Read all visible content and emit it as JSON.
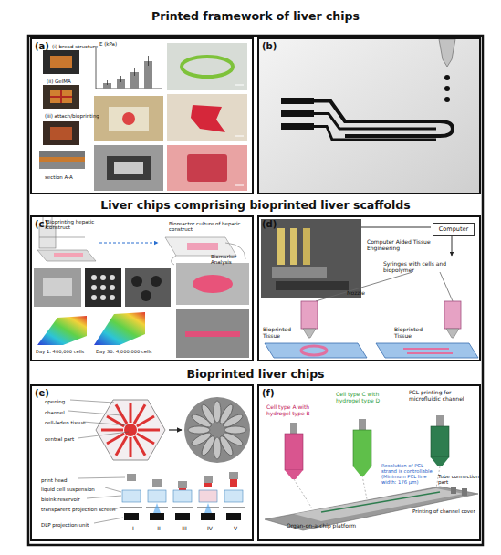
{
  "diagram": {
    "nodes": [
      {
        "text": [
          "Printed framework of liver chips"
        ]
      },
      {
        "text": [
          "(a)"
        ],
        "in": 0
      },
      {
        "text": [
          "(b)"
        ],
        "in": 0
      },
      {
        "text": [
          "Liver chips comprising bioprinted liver scaffolds"
        ]
      },
      {
        "text": [
          "(c)"
        ],
        "in": 3
      },
      {
        "text": [
          "(d)"
        ],
        "in": 3
      },
      {
        "text": [
          "Computer"
        ],
        "in": 5
      },
      {
        "text": [
          "Bioprinted liver chips"
        ]
      },
      {
        "text": [
          "(e)"
        ],
        "in": 7
      },
      {
        "text": [
          "(f)"
        ],
        "in": 7
      }
    ],
    "labels": [
      "(i) bread structure",
      "(ii) GelMA",
      "(iii) attach/bioprinting",
      "section A-A",
      "E (kPa)",
      "Bioprinting hepatic construct",
      "Bioreactor culture of hepatic construct",
      "Biomarker Analysis",
      "Day 1: 400,000 cells",
      "Day 30: 4,000,000 cells",
      "Computer Aided Tissue Engineering",
      "Syringes with cells and biopolymer",
      "Nozzle",
      "Bioprinted Tissue",
      "Bioprinted Tissue",
      "opening",
      "channel",
      "cell-laden tissue",
      "central part",
      "print head",
      "liquid cell suspension",
      "bioink reservoir",
      "transparent projection screen",
      "DLP projection unit",
      "I",
      "II",
      "III",
      "IV",
      "V",
      "Cell type A with hydrogel type B",
      "Cell type C with hydrogel type D",
      "PCL printing for microfluidic channel",
      "Resolution of PCL strand is controllable (Minimum PCL line width: 176 µm)",
      "Tube connection part",
      "Printing of channel cover",
      "Organ-on-a-chip platform"
    ]
  }
}
